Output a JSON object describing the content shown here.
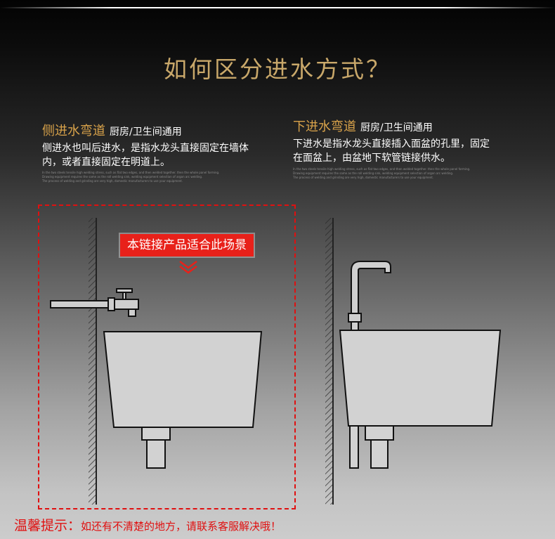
{
  "title": "如何区分进水方式？",
  "left": {
    "accent": "侧进水弯道",
    "scene": "厨房/卫生间通用",
    "desc_line1": "侧进水也叫后进水，是指水龙头直接固定在墙体",
    "desc_line2": "内，或者直接固定在明道上。",
    "fine_lines": [
      "In the two steels tensile high welding stress, such as flat two edges, and then welded together. then the whole panel forming.",
      "Drawing equipment requires the same as the roll welding sink, welding equipment selection of argon arc welding.",
      "The process of welding and grinding are very high, domestic manufacturers to use your equipment."
    ]
  },
  "right": {
    "accent": "下进水弯道",
    "scene": "厨房/卫生间通用",
    "desc_line1": "下进水是指水龙头直接插入面盆的孔里，固定",
    "desc_line2": "在面盆上，由盆地下软管链接供水。",
    "fine_lines": [
      "In the two steels tensile high welding stress, such as flat two edges, and then welded together. then the whole panel forming.",
      "Drawing equipment requires the same as the roll welding sink, welding equipment selection of argon arc welding.",
      "The process of welding and grinding are very high, domestic manufacturers to use your equipment."
    ]
  },
  "badge": "本链接产品适合此场景",
  "tip": {
    "label": "温馨提示：",
    "text": "如还有不清楚的地方，请联系客服解决哦！"
  },
  "colors": {
    "title": "#c9a86a",
    "accent": "#d8a24a",
    "red": "#e01010",
    "badge_bg": "#e8211a"
  }
}
